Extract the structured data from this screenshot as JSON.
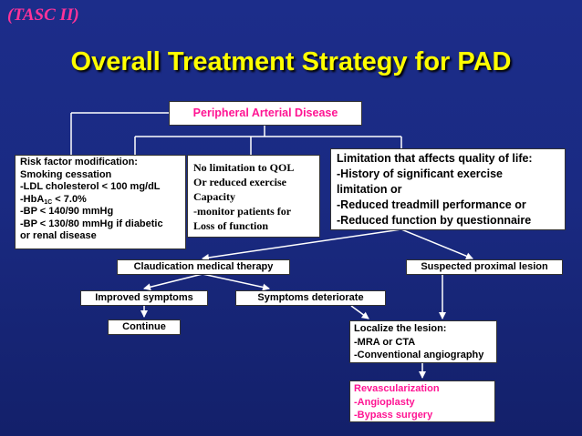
{
  "header": {
    "tasc": "(TASC II)",
    "title": "Overall Treatment Strategy for PAD"
  },
  "boxes": {
    "pad": "Peripheral Arterial Disease",
    "risk": {
      "line1": "Risk factor modification:",
      "line2": "Smoking cessation",
      "line3": "-LDL cholesterol < 100 mg/dL",
      "line4_pre": "-HbA",
      "line4_sub": "1C",
      "line4_post": " < 7.0%",
      "line5": "-BP < 140/90 mmHg",
      "line6": "-BP < 130/80 mmHg if diabetic",
      "line7": "or renal disease"
    },
    "nolimit": {
      "line1": "No limitation to QOL",
      "line2": "Or reduced exercise",
      "line3": "Capacity",
      "line4": "-monitor patients for",
      "line5": "Loss of function"
    },
    "limitation": {
      "line1": "Limitation that affects quality of life:",
      "line2": "-History of significant exercise",
      "line3": "limitation or",
      "line4": "-Reduced treadmill performance or",
      "line5": "-Reduced function by questionnaire"
    },
    "claudication": "Claudication medical therapy",
    "proximal": "Suspected proximal lesion",
    "improved": "Improved symptoms",
    "deteriorate": "Symptoms deteriorate",
    "continue": "Continue",
    "localize": {
      "line1": "Localize the lesion:",
      "line2": "-MRA or CTA",
      "line3": "-Conventional angiography"
    },
    "revasc": {
      "line1": "Revascularization",
      "line2": "-Angioplasty",
      "line3": "-Bypass surgery"
    }
  },
  "colors": {
    "background": "#1a2a82",
    "title": "#ffff00",
    "tasc": "#ff3399",
    "box_text_pink": "#ff1493",
    "connector": "#ffffff"
  }
}
